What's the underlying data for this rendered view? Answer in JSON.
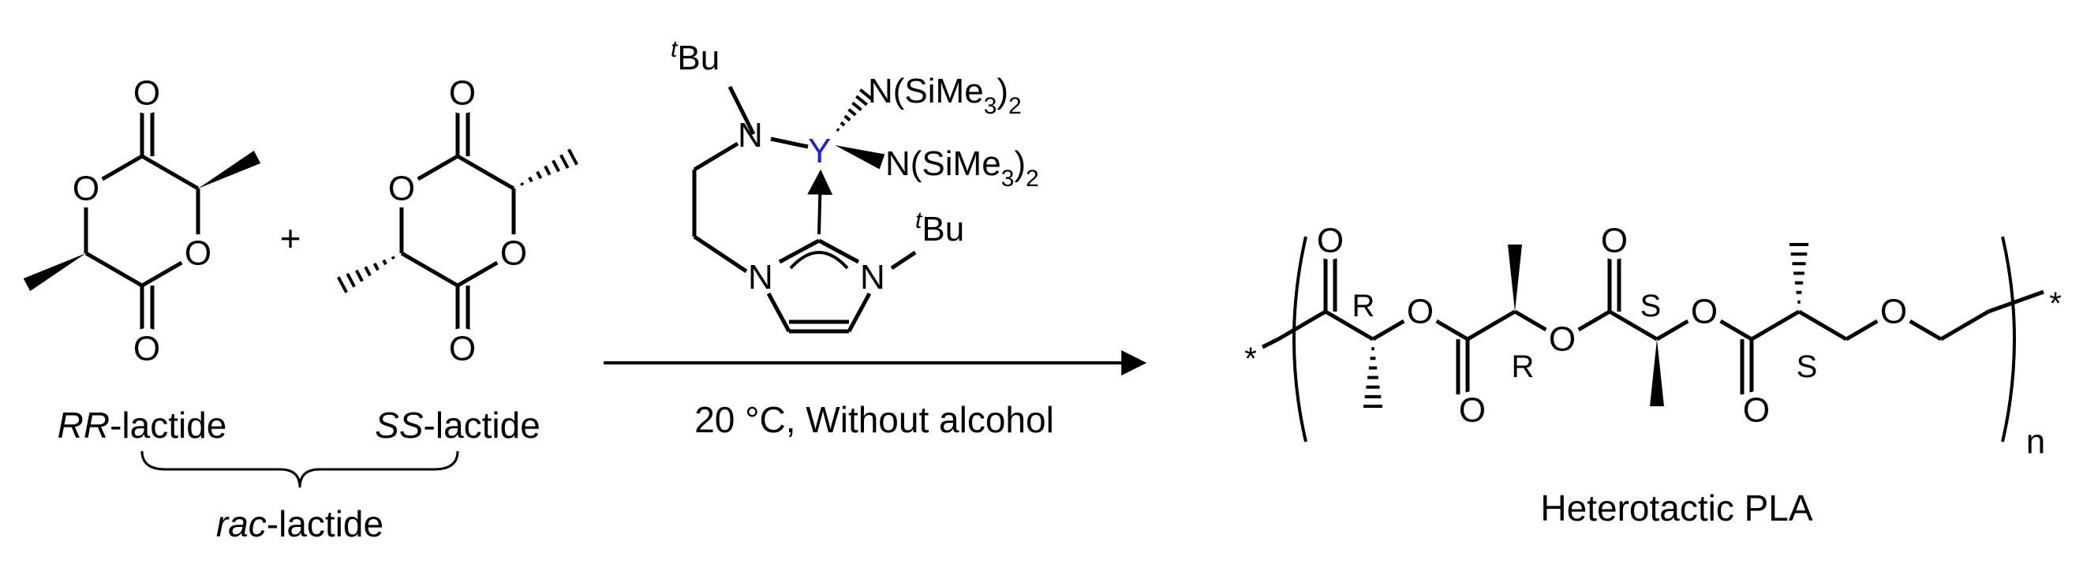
{
  "reactants": {
    "rr_prefix": "RR",
    "rr_suffix": "-lactide",
    "ss_prefix": "SS",
    "ss_suffix": "-lactide",
    "plus": "+",
    "rac_prefix": "rac",
    "rac_suffix": "-lactide",
    "atom_O": "O"
  },
  "catalyst": {
    "metal": "Y",
    "metal_color": "#1f1fe0",
    "tbu_sup": "t",
    "tbu": "Bu",
    "N": "N",
    "amide_N": "N(SiMe",
    "amide_sub": "3",
    "amide_close": ")",
    "amide_sub2": "2"
  },
  "conditions": {
    "text": "20 °C, Without alcohol"
  },
  "product": {
    "star": "*",
    "R": "R",
    "S": "S",
    "atom_O": "O",
    "n": "n",
    "name": "Heterotactic PLA"
  }
}
